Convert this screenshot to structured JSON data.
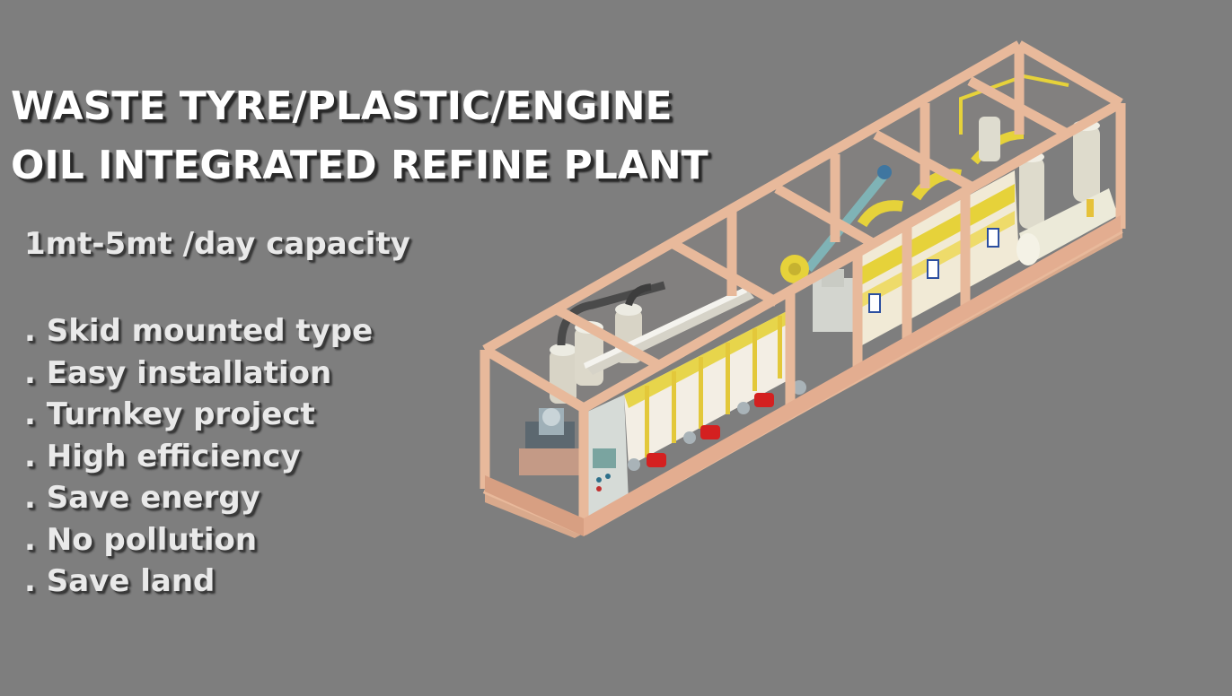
{
  "title": {
    "line1": "WASTE TYRE/PLASTIC/ENGINE",
    "line2": "OIL INTEGRATED REFINE PLANT"
  },
  "capacity": "1mt-5mt /day capacity",
  "features": [
    ". Skid mounted type",
    ". Easy installation",
    ". Turnkey project",
    ". High efficiency",
    ". Save energy",
    ". No pollution",
    ". Save land"
  ],
  "illustration": {
    "icon": "skid-mounted-refine-plant-illustration"
  },
  "colors": {
    "background": "#7e7e7e",
    "frame": "#e8b99b",
    "pipe_yellow": "#e6d23a",
    "burner_red": "#d42020",
    "tank_cream": "#e9e6d8"
  }
}
